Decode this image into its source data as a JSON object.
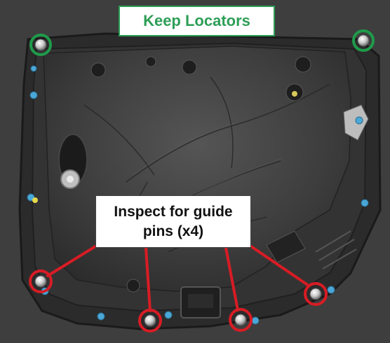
{
  "callouts": {
    "keep": {
      "text": "Keep Locators",
      "color": "#2e9e57"
    },
    "inspect": {
      "text": "Inspect for guide pins (x4)",
      "color": "#d81c24"
    }
  },
  "markers": {
    "green_count": 2,
    "red_count": 4
  },
  "colors": {
    "background": "#3a3a3a",
    "panel": "#2a2a2a",
    "insulation": "#3c3c3c",
    "clip_blue": "#4aa8d8"
  }
}
